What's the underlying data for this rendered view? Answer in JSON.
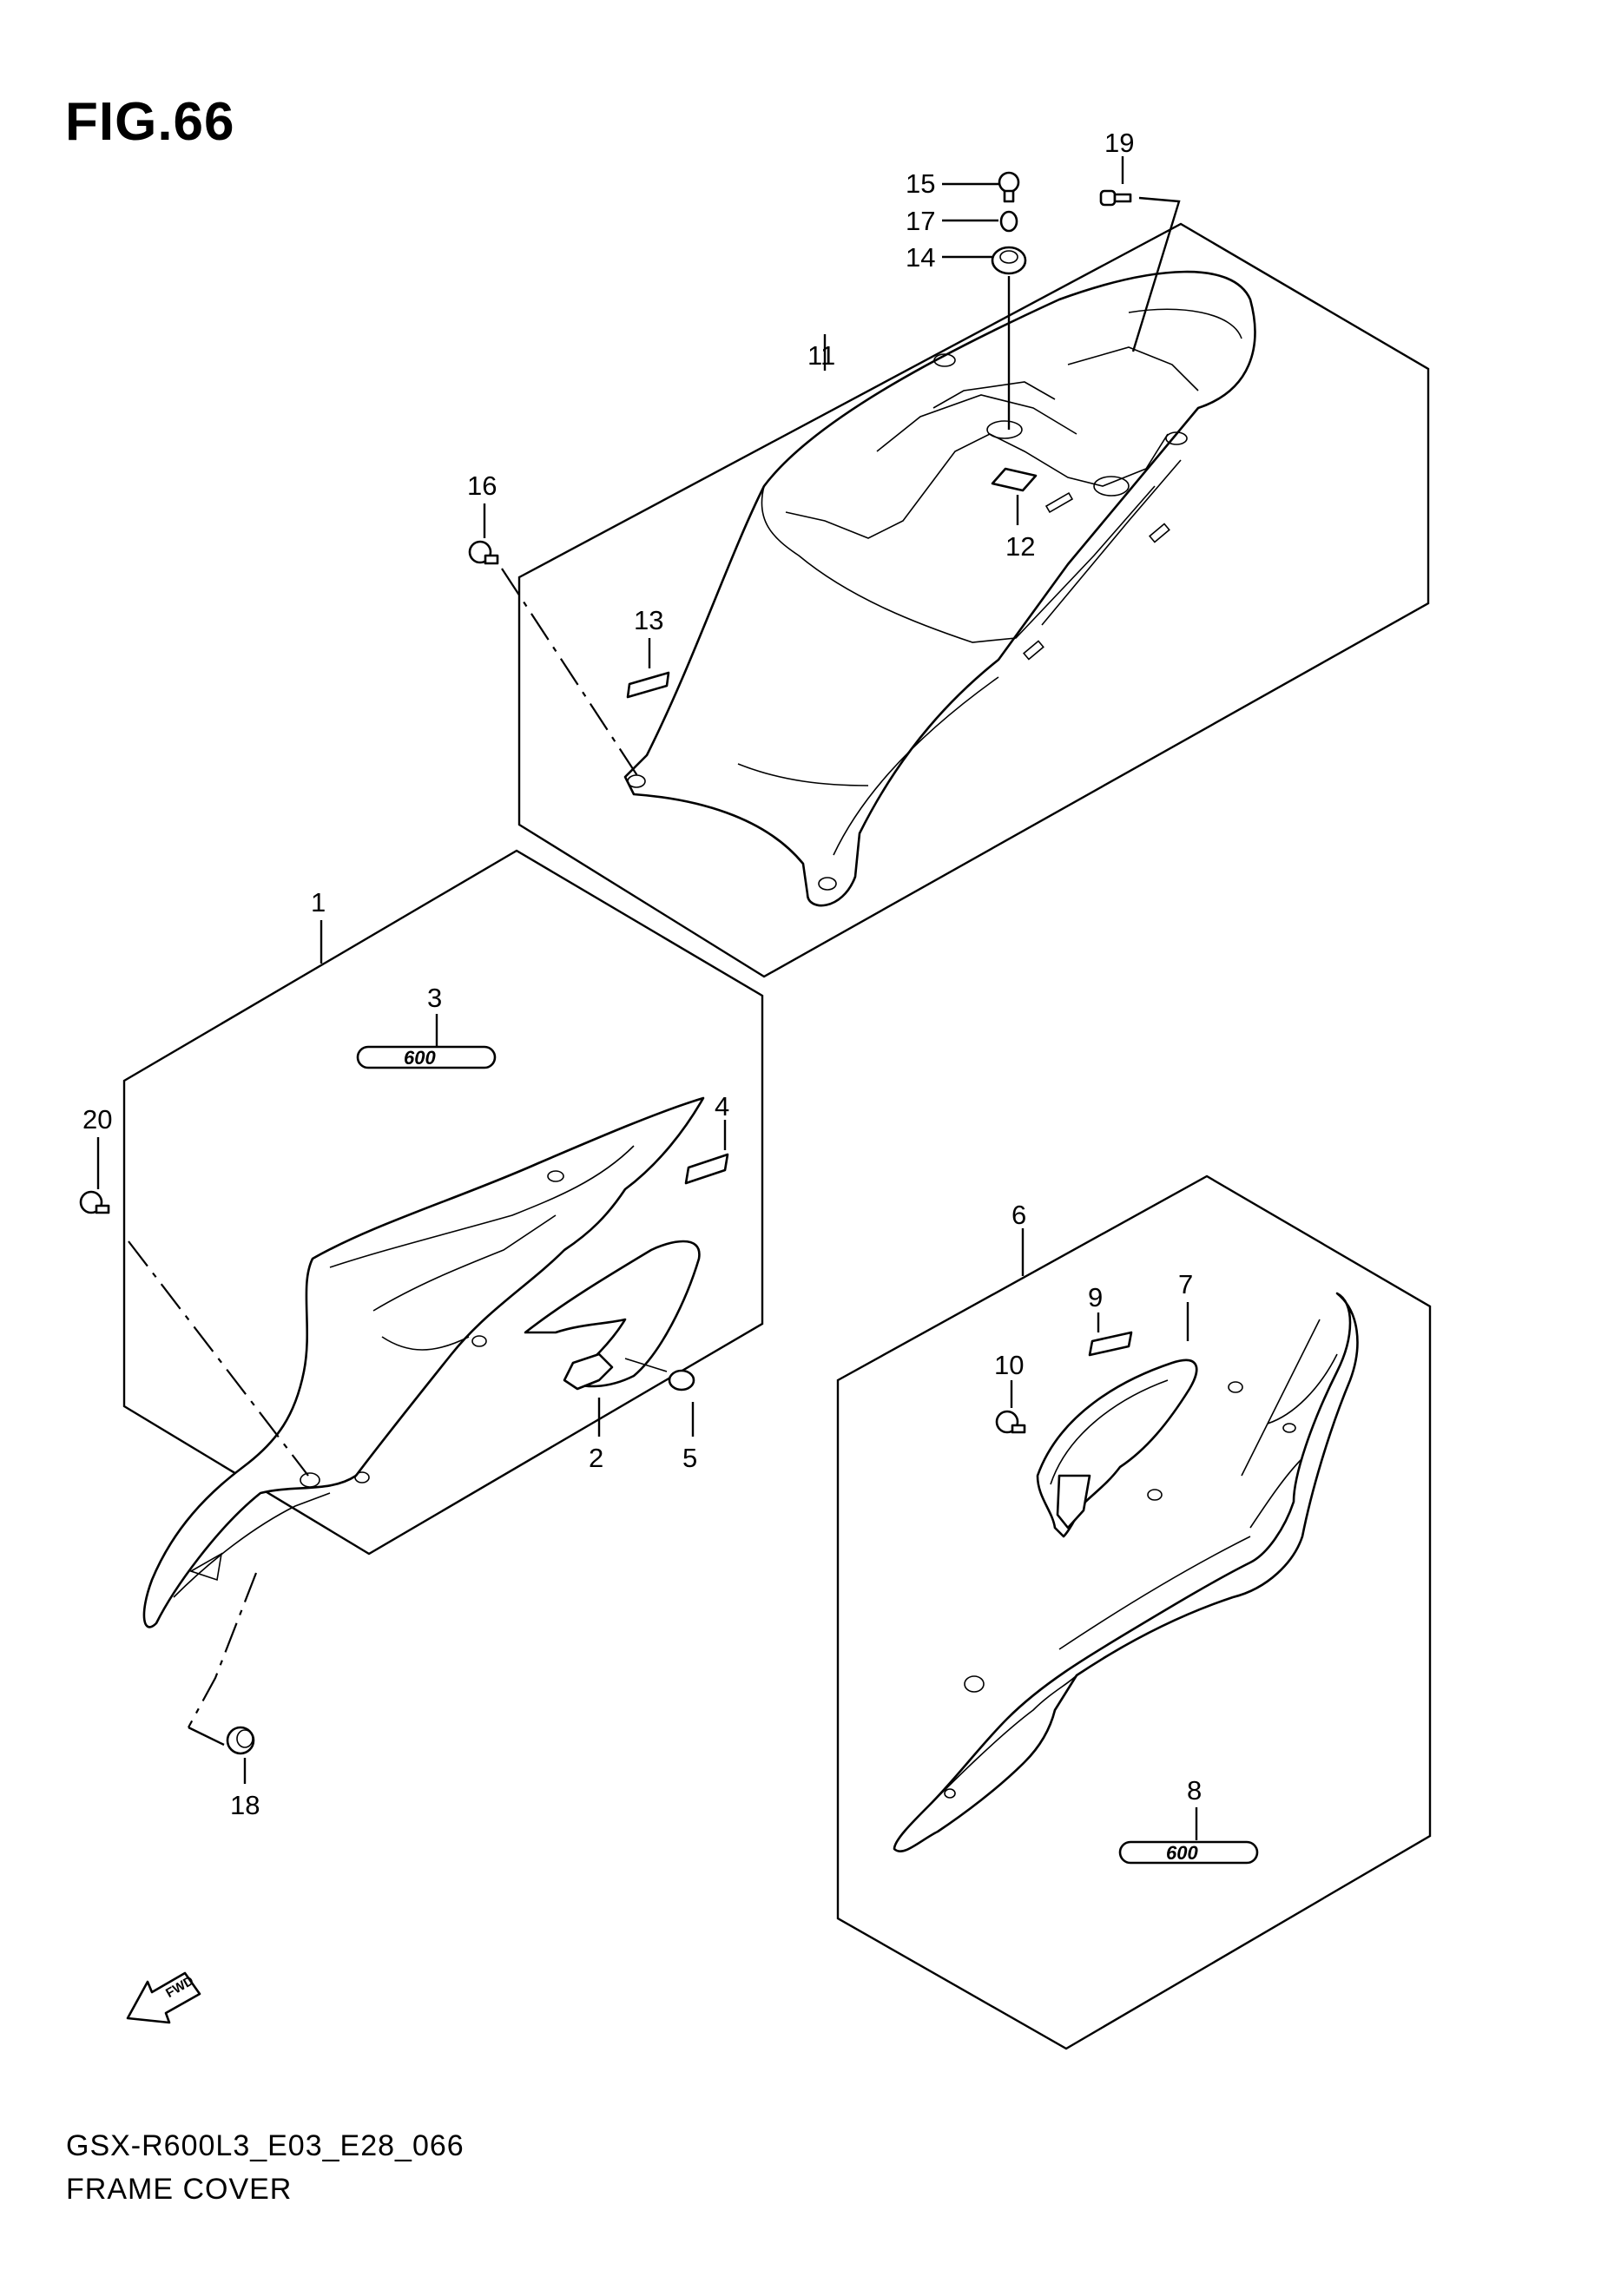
{
  "figure": {
    "title": "FIG.66"
  },
  "footer": {
    "code": "GSX-R600L3_E03_E28_066",
    "name": "FRAME COVER"
  },
  "callouts": {
    "p1": "1",
    "p2": "2",
    "p3": "3",
    "p4": "4",
    "p5": "5",
    "p6": "6",
    "p7": "7",
    "p8": "8",
    "p9": "9",
    "p10": "10",
    "p11": "11",
    "p12": "12",
    "p13": "13",
    "p14": "14",
    "p15": "15",
    "p16": "16",
    "p17": "17",
    "p18": "18",
    "p19": "19",
    "p20": "20"
  },
  "emblem_text": "600",
  "direction_arrow": {
    "label": "FWD"
  },
  "colors": {
    "line": "#000000",
    "background": "#ffffff"
  }
}
